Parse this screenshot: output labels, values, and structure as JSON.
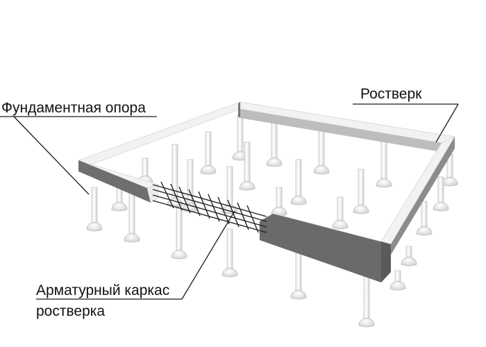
{
  "labels": {
    "pile": "Фундаментная опора",
    "grillage": "Ростверк",
    "cage_line1": "Арматурный каркас",
    "cage_line2": "ростверка"
  },
  "colors": {
    "beam_top": "#f2f2f2",
    "beam_side": "#666666",
    "pile_body": "#f6f6f6",
    "pile_outline": "#c4c4c4",
    "pile_shadow": "#bdbdbd",
    "rebar": "#222222",
    "leader": "#1a1a1a"
  }
}
